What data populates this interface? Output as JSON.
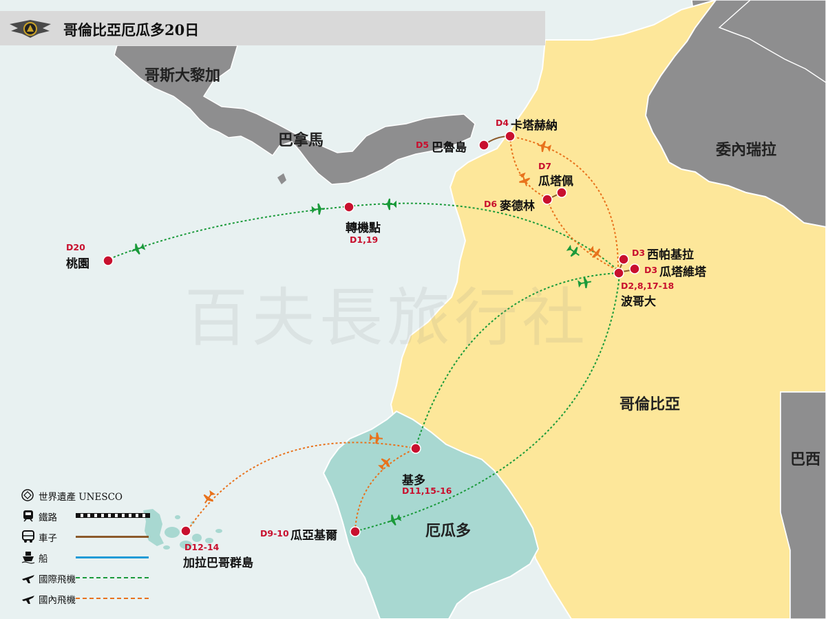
{
  "header": {
    "title": "哥倫比亞厄瓜多20日"
  },
  "watermark": "百夫長旅行社",
  "countries": {
    "costa_rica": "哥斯大黎加",
    "panama": "巴拿馬",
    "venezuela": "委內瑞拉",
    "colombia": "哥倫比亞",
    "brazil": "巴西",
    "ecuador": "厄瓜多"
  },
  "cities": {
    "cartagena": {
      "name": "卡塔赫納",
      "day": "D4"
    },
    "baru": {
      "name": "巴魯島",
      "day": "D5"
    },
    "guatape": {
      "name": "瓜塔佩",
      "day": "D7"
    },
    "medellin": {
      "name": "麥德林",
      "day": "D6"
    },
    "transit": {
      "name": "轉機點",
      "day": "D1,19"
    },
    "taoyuan": {
      "name": "桃園",
      "day": "D20"
    },
    "zipaquira": {
      "name": "西帕基拉",
      "day": "D3"
    },
    "guatavita": {
      "name": "瓜塔維塔",
      "day": "D3"
    },
    "bogota": {
      "name": "波哥大",
      "day": "D2,8,17-18"
    },
    "quito": {
      "name": "基多",
      "day": "D11,15-16"
    },
    "guayaquil": {
      "name": "瓜亞基爾",
      "day": "D9-10"
    },
    "galapagos": {
      "name": "加拉巴哥群島",
      "day": "D12-14"
    }
  },
  "legend": {
    "unesco": "世界遺產 UNESCO",
    "rail": "鐵路",
    "car": "車子",
    "boat": "船",
    "intl_flight": "國際飛機",
    "dom_flight": "國內飛機"
  },
  "colors": {
    "sea": "#e8f1f1",
    "colombia": "#fde79a",
    "ecuador": "#a8d8d1",
    "other_land": "#8e8e8f",
    "city_marker": "#c8102e",
    "car_route": "#8b5a2b",
    "boat_route": "#1f9bd7",
    "intl_flight": "#1a9a3a",
    "dom_flight": "#e8721c"
  },
  "icons": [
    "logo-icon",
    "unesco-icon",
    "train-icon",
    "bus-icon",
    "ship-icon",
    "plane-icon"
  ]
}
